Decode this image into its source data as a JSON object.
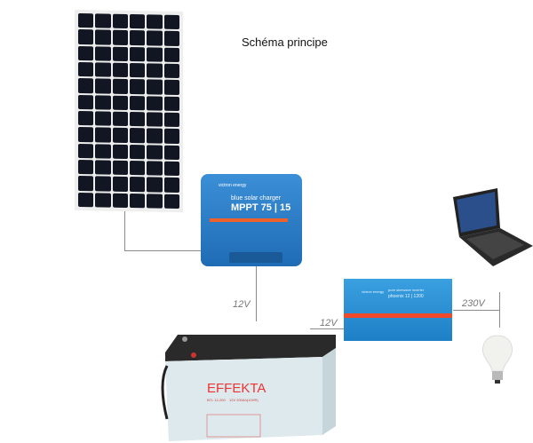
{
  "title": "Schéma principe",
  "components": {
    "solar_panel": {
      "icon": "solar-panel-icon"
    },
    "charge_controller": {
      "brand": "victron energy",
      "subtitle": "blue solar charger",
      "model": "MPPT 75 | 15",
      "color": "#2a7dc8"
    },
    "battery": {
      "brand": "EFFEKTA",
      "model": "BTL 12-200",
      "spec": "12V 200Ah(10HR)"
    },
    "inverter": {
      "brand": "victron energy",
      "subtitle": "pure sinewave inverter",
      "model": "phoenix 12 | 1200",
      "color": "#2a90d6"
    },
    "laptop": {
      "icon": "laptop-icon"
    },
    "bulb": {
      "icon": "light-bulb-icon"
    }
  },
  "labels": {
    "controller_to_battery": "12V",
    "battery_to_inverter": "12V",
    "inverter_output": "230V"
  }
}
